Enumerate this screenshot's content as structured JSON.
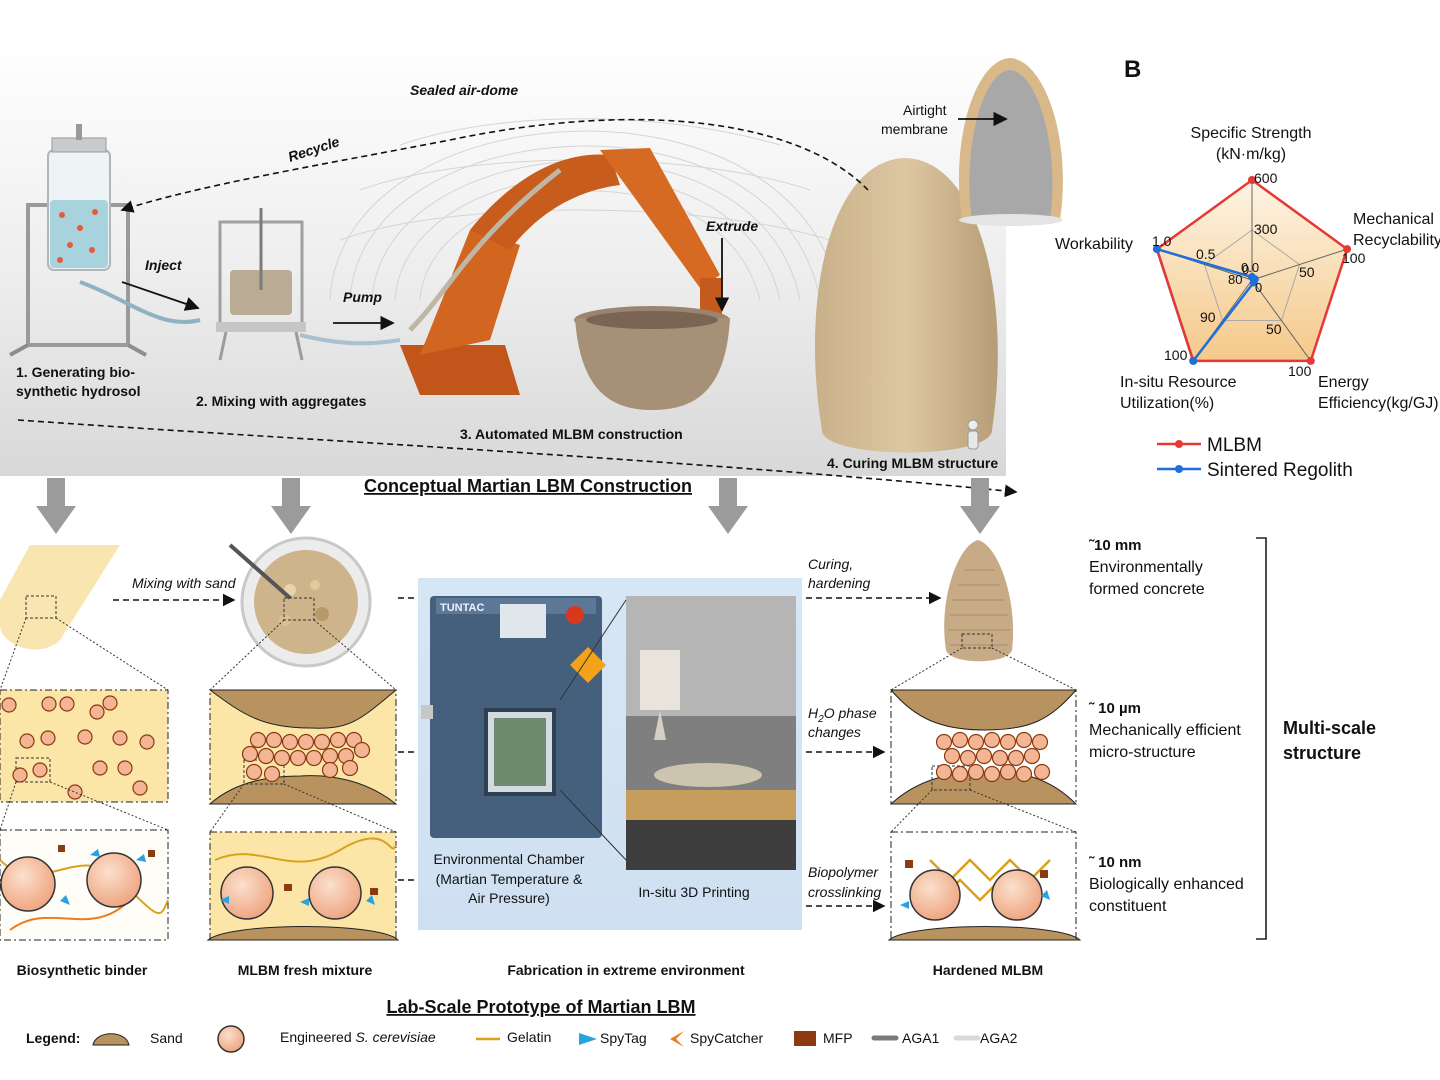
{
  "panel_b_letter": "B",
  "top": {
    "dome_label": "Sealed air-dome",
    "recycle": "Recycle",
    "inject": "Inject",
    "pump": "Pump",
    "extrude": "Extrude",
    "airtight_1": "Airtight",
    "airtight_2": "membrane",
    "step1_1": "1.  Generating bio-",
    "step1_2": "synthetic hydrosol",
    "step2": "2. Mixing with aggregates",
    "step3": "3. Automated MLBM construction",
    "step4": "4. Curing MLBM structure",
    "section_title": "Conceptual Martian LBM Construction"
  },
  "radar": {
    "axes": {
      "specific_strength_1": "Specific Strength",
      "specific_strength_2": "(kN·m/kg)",
      "mechanical_1": "Mechanical",
      "mechanical_2": "Recyclability",
      "energy_1": "Energy",
      "energy_2": "Efficiency(kg/GJ)",
      "isru_1": "In-situ Resource",
      "isru_2": "Utilization(%)",
      "workability": "Workability"
    },
    "ticks": {
      "ss_max": "600",
      "ss_mid": "300",
      "ss_min": "0",
      "mr_max": "100",
      "mr_mid": "50",
      "mr_min": "0",
      "ee_max": "100",
      "ee_mid": "50",
      "isru_max": "100",
      "isru_mid": "90",
      "isru_min": "80",
      "wk_max": "1.0",
      "wk_mid": "0.5",
      "wk_min": "0.0"
    },
    "legend": {
      "mlbm": "MLBM",
      "sintered": "Sintered Regolith",
      "mlbm_color": "#e53935",
      "sintered_color": "#1e6fd9"
    }
  },
  "chart_data": {
    "type": "radar",
    "axes": [
      "Specific Strength (kN·m/kg)",
      "Mechanical Recyclability",
      "Energy Efficiency(kg/GJ)",
      "In-situ Resource Utilization(%)",
      "Workability"
    ],
    "ranges": [
      [
        0,
        600
      ],
      [
        0,
        100
      ],
      [
        0,
        100
      ],
      [
        80,
        100
      ],
      [
        0,
        1.0
      ]
    ],
    "series": [
      {
        "name": "MLBM",
        "values": [
          600,
          100,
          100,
          100,
          1.0
        ]
      },
      {
        "name": "Sintered Regolith",
        "values": [
          0,
          0,
          0,
          100,
          1.0
        ]
      }
    ]
  },
  "lower": {
    "mixing_with_sand": "Mixing with sand",
    "curing_1": "Curing,",
    "curing_2": "hardening",
    "h2o_phase": "phase",
    "h2o_changes": "changes",
    "biopolymer_1": "Biopolymer",
    "biopolymer_2": "crosslinking",
    "chamber_brand": "TUNTAC",
    "env_chamber_1": "Environmental Chamber",
    "env_chamber_2": "(Martian Temperature &",
    "env_chamber_3": "Air Pressure)",
    "insitu_print": "In-situ 3D Printing",
    "col_binder": "Biosynthetic binder",
    "col_fresh": "MLBM fresh mixture",
    "col_fab": "Fabrication in extreme environment",
    "col_hardened": "Hardened MLBM",
    "section_title": "Lab-Scale Prototype of Martian LBM"
  },
  "scales": {
    "mm_val": "˜10 mm",
    "mm_1": "Environmentally",
    "mm_2": "formed concrete",
    "um_val": "˜ 10 µm",
    "um_1": "Mechanically efficient",
    "um_2": "micro-structure",
    "nm_val": "˜ 10 nm",
    "nm_1": "Biologically enhanced",
    "nm_2": "constituent",
    "multi_1": "Multi-scale",
    "multi_2": "structure"
  },
  "legend": {
    "title": "Legend",
    "sand": "Sand",
    "yeast": "Engineered",
    "yeast_species": "S. cerevisiae",
    "gelatin": "Gelatin",
    "spytag": "SpyTag",
    "spycatcher": "SpyCatcher",
    "mfp": "MFP",
    "aga1": "AGA1",
    "aga2": "AGA2",
    "colors": {
      "sand": "#b8935f",
      "cell": "#f4b594",
      "gelatin": "#d9a21b",
      "spytag": "#29a3e0",
      "spycatcher": "#f07b1c",
      "mfp": "#8b3a12",
      "aga1": "#7a7a7a",
      "aga2": "#d9d9d9"
    }
  }
}
